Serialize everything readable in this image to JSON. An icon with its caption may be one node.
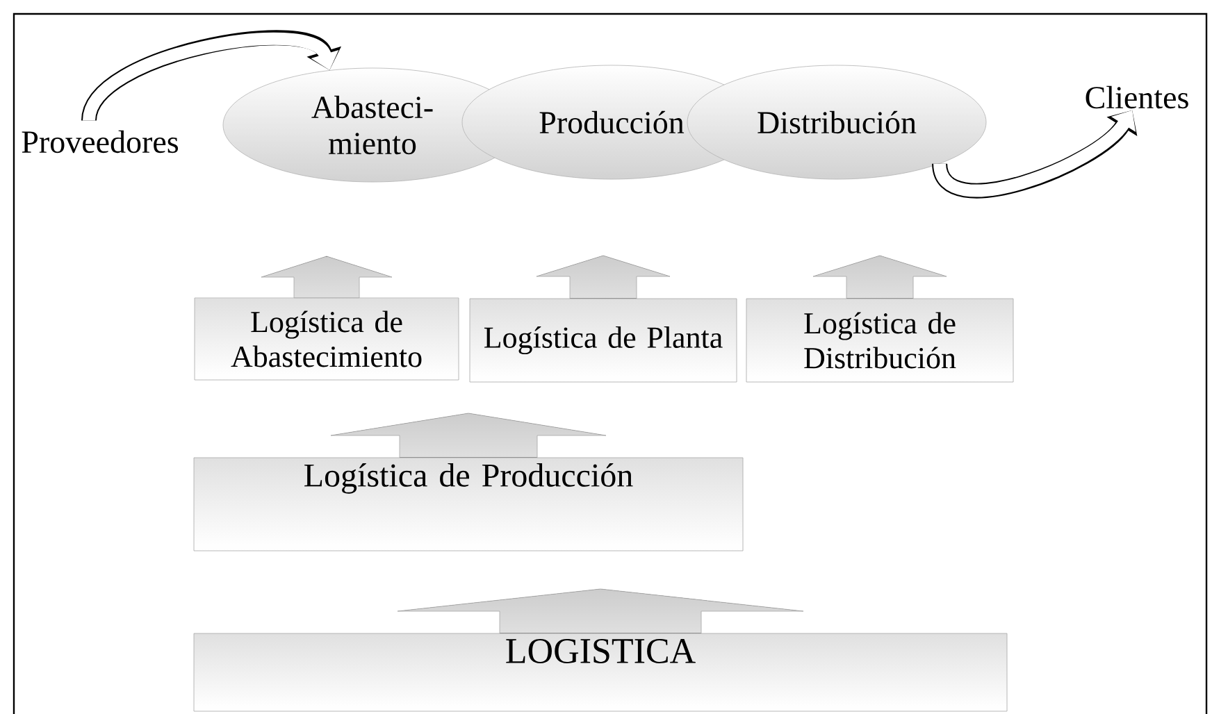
{
  "diagram": {
    "nodes": [
      {
        "text": [
          "Proveedores"
        ]
      },
      {
        "text": [
          "Abasteci- miento"
        ]
      },
      {
        "text": [
          "Producción"
        ]
      },
      {
        "text": [
          "Distribución"
        ]
      },
      {
        "text": [
          "Clientes"
        ]
      },
      {
        "text": [
          "Logística de Abastecimiento"
        ]
      },
      {
        "text": [
          "Logística de Planta"
        ]
      },
      {
        "text": [
          "Logística de Distribución"
        ]
      },
      {
        "text": [
          "Logística de Producción"
        ]
      },
      {
        "text": [
          "LOGISTICA"
        ]
      }
    ],
    "edges": [
      {
        "from": 0,
        "to": 1,
        "arrow": "to"
      },
      {
        "from": 3,
        "to": 4,
        "arrow": "to"
      }
    ]
  }
}
